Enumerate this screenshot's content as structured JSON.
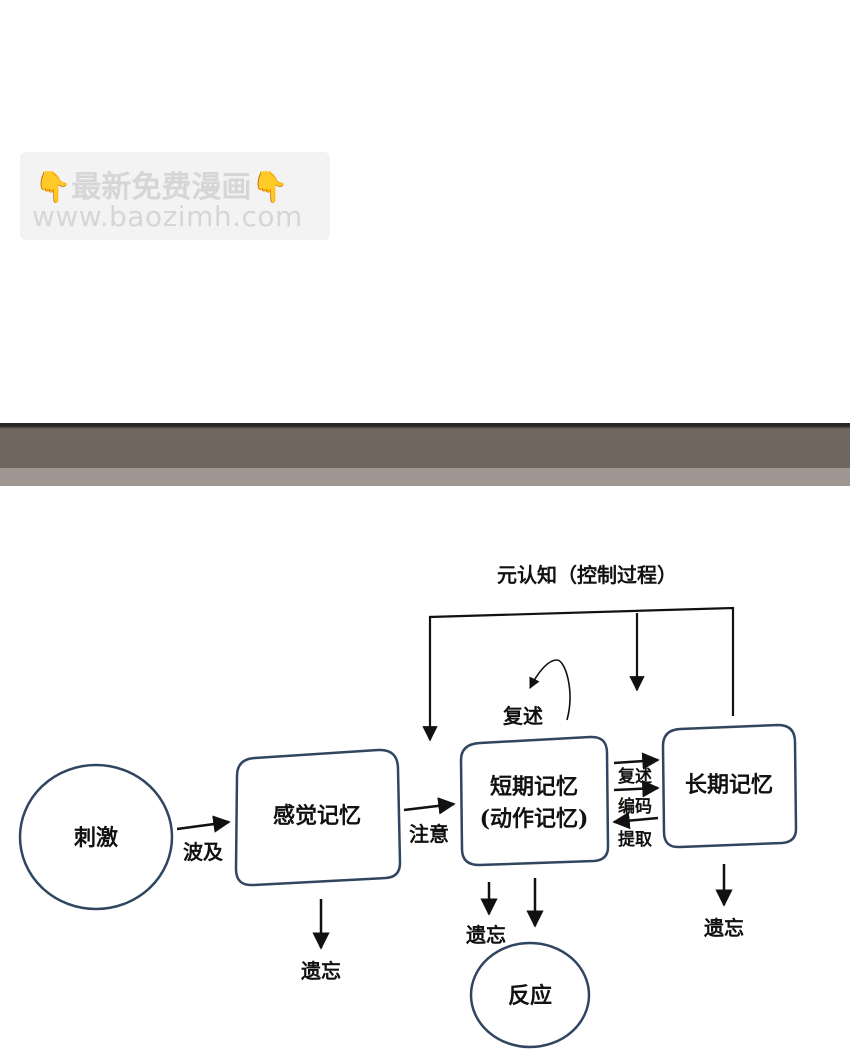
{
  "watermark": {
    "hand_left": "👇",
    "title": "最新免费漫画",
    "hand_right": "👇",
    "url": "www.baozimh.com"
  },
  "diagram": {
    "metacognition": "元认知（控制过程）",
    "nodes": {
      "stimulus": "刺激",
      "sensory_memory": "感觉记忆",
      "short_term_memory": "短期记忆",
      "short_term_sub": "(动作记忆)",
      "long_term_memory": "长期记忆",
      "response": "反应"
    },
    "edges": {
      "spread": "波及",
      "attention": "注意",
      "rehearsal_loop": "复述",
      "rehearsal": "复述",
      "encoding": "编码",
      "retrieval": "提取",
      "forget_sensory": "遗忘",
      "forget_short": "遗忘",
      "forget_long": "遗忘"
    },
    "colors": {
      "node_border": "#2f4560",
      "arrow": "#111111"
    }
  }
}
